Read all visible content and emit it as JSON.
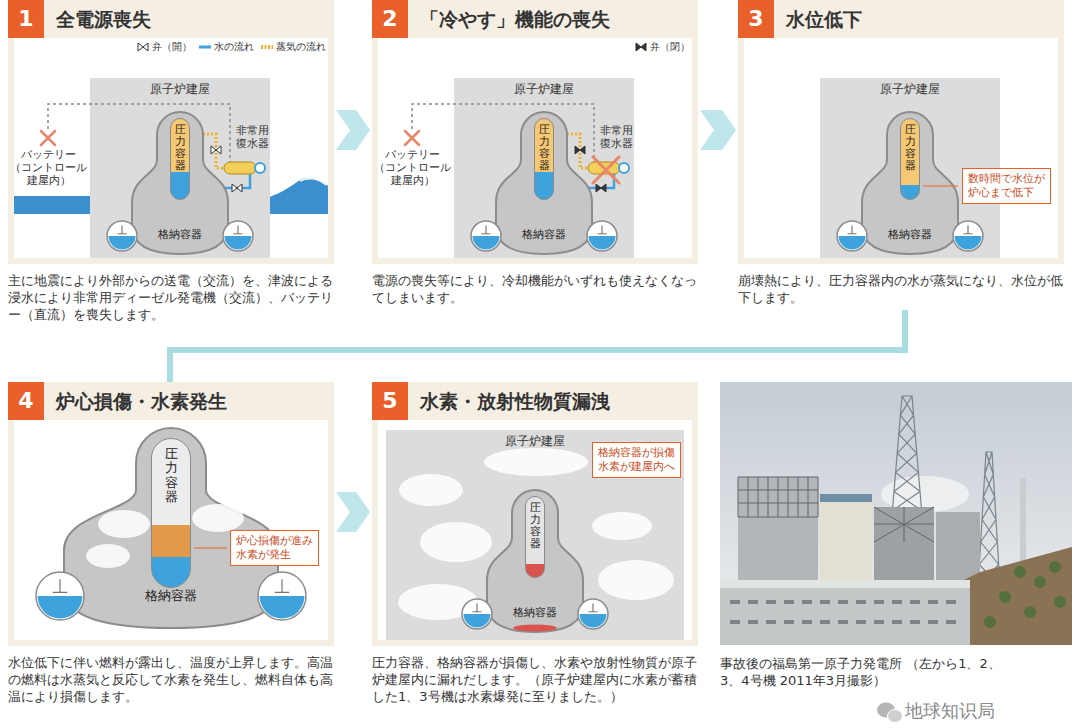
{
  "diagram": {
    "nodes": [
      {
        "text": [
          "1",
          "全電源喪失",
          "主に地震により外部からの送電（交流）を、津波による浸水により非常用ディーゼル発電機（交流）、バッテリー（直流）を喪失します。"
        ]
      },
      {
        "text": [
          "原子炉建屋"
        ],
        "in": 0
      },
      {
        "text": [
          "格納容器"
        ],
        "in": 1
      },
      {
        "text": [
          "圧力容器"
        ],
        "in": 2
      },
      {
        "text": [
          "2",
          "「冷やす」機能の喪失",
          "電源の喪失等により、冷却機能がいずれも使えなくなってしまいます。"
        ]
      },
      {
        "text": [
          "原子炉建屋"
        ],
        "in": 4
      },
      {
        "text": [
          "格納容器"
        ],
        "in": 5
      },
      {
        "text": [
          "圧力容器"
        ],
        "in": 6
      },
      {
        "text": [
          "3",
          "水位低下",
          "崩壊熱により、圧力容器内の水が蒸気になり、水位が低下します。"
        ]
      },
      {
        "text": [
          "原子炉建屋"
        ],
        "in": 8
      },
      {
        "text": [
          "格納容器"
        ],
        "in": 9
      },
      {
        "text": [
          "圧力容器"
        ],
        "in": 10
      },
      {
        "text": [
          "数時間で水位が 炉心まで低下"
        ],
        "in": 8
      },
      {
        "text": [
          "4",
          "炉心損傷・水素発生",
          "水位低下に伴い燃料が露出し、温度が上昇します。高温の燃料は水蒸気と反応して水素を発生し、燃料自体も高温により損傷します。"
        ]
      },
      {
        "text": [
          "格納容器"
        ],
        "in": 13
      },
      {
        "text": [
          "圧力容器"
        ],
        "in": 14
      },
      {
        "text": [
          "炉心損傷が進み 水素が発生"
        ],
        "in": 13
      },
      {
        "text": [
          "5",
          "水素・放射性物質漏洩",
          "圧力容器、格納容器が損傷し、水素や放射性物質が原子炉建屋内に漏れだします。（原子炉建屋内に水素が蓄積した1、3号機は水素爆発に至りました。）"
        ]
      },
      {
        "text": [
          "原子炉建屋"
        ],
        "in": 17
      },
      {
        "text": [
          "格納容器"
        ],
        "in": 18
      },
      {
        "text": [
          "圧力容器"
        ],
        "in": 19
      },
      {
        "text": [
          "格納容器が損傷 水素が建屋内へ"
        ],
        "in": 18
      },
      {
        "text": [
          "事故後の福島第一原子力発電所 （左から1、2、3、4号機 2011年3月撮影）"
        ]
      }
    ],
    "edges": [
      {
        "from": 0,
        "to": 4,
        "arrow": "to"
      },
      {
        "from": 4,
        "to": 8,
        "arrow": "to"
      },
      {
        "from": 8,
        "to": 13,
        "arrow": "none"
      },
      {
        "from": 13,
        "to": 17,
        "arrow": "to"
      }
    ],
    "labels": [
      "バッテリー （コントロール 建屋内）",
      "非常用 復水器",
      "バッテリー （コントロール 建屋内）",
      "非常用 復水器",
      "地球知识局"
    ],
    "legend": [
      {
        "text": "弁（開）"
      },
      {
        "text": "水の流れ"
      },
      {
        "text": "蒸気の流れ"
      },
      {
        "text": "弁（閉）"
      }
    ]
  }
}
